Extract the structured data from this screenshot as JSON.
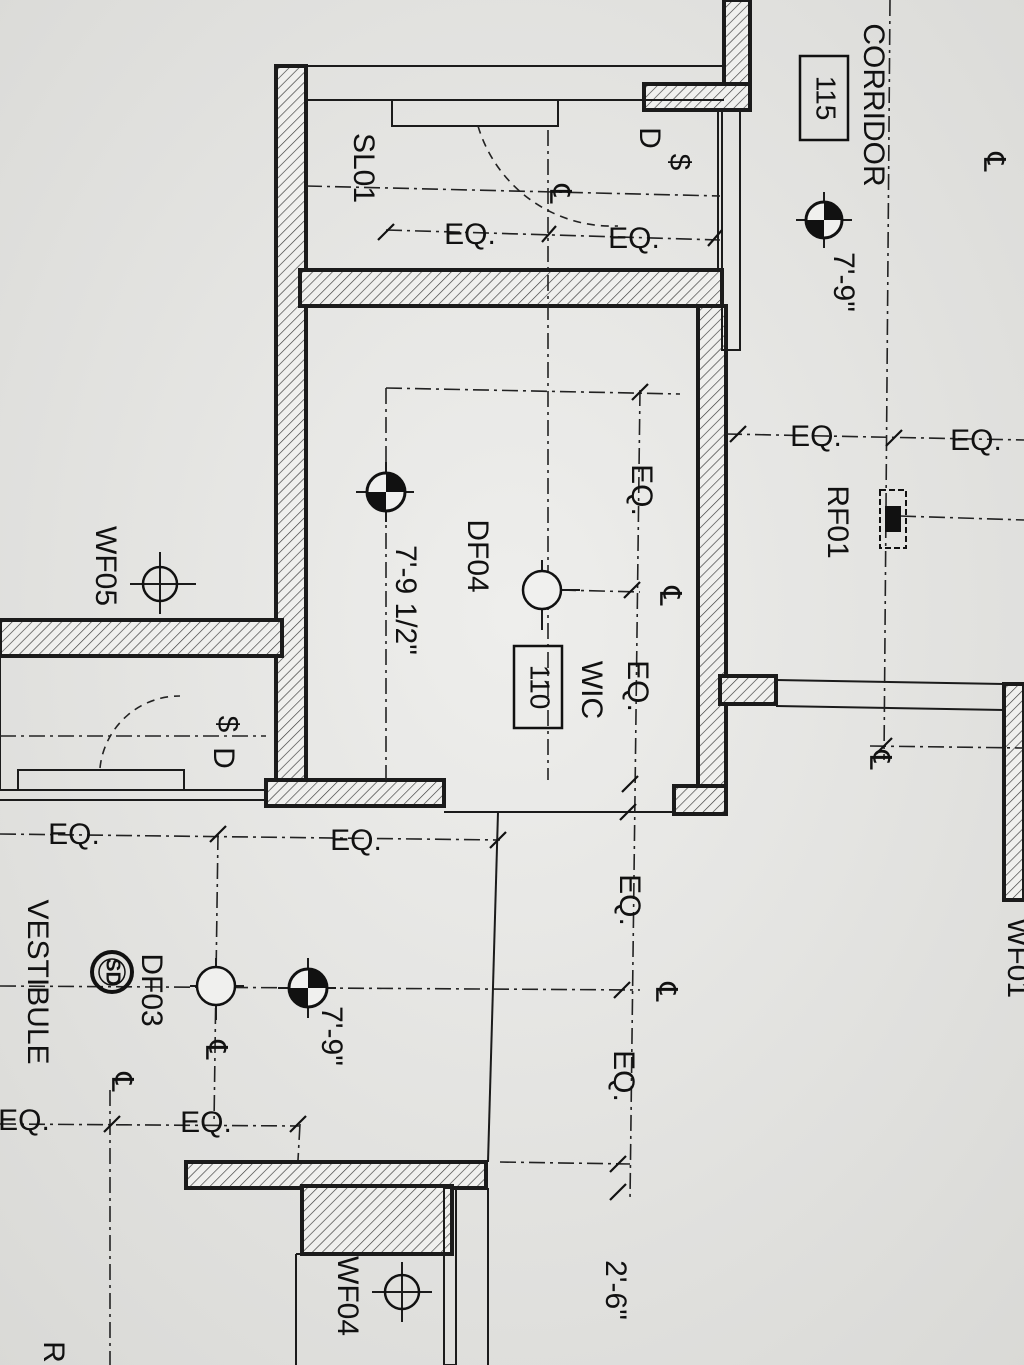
{
  "rooms": {
    "corridor": {
      "name": "CORRIDOR",
      "number": "115"
    },
    "wic": {
      "name": "WIC",
      "number": "110"
    },
    "vestibule": {
      "name": "VESTIBULE"
    }
  },
  "fixtures": {
    "sl01": "SL01",
    "df04": "DF04",
    "df03": "DF03",
    "rf01": "RF01",
    "wf05": "WF05",
    "wf04": "WF04",
    "wf01": "WF01"
  },
  "heights": {
    "corridor": "7'-9\"",
    "wic": "7'-9  1/2\"",
    "vestibule": "7'-9\""
  },
  "dims": {
    "eq": "EQ.",
    "two_six": "2'-6\""
  },
  "centerline_symbol": "℄",
  "switch_symbol": "$",
  "switch_d": "D",
  "smoke_detector": "SD",
  "edge_letter": "R"
}
